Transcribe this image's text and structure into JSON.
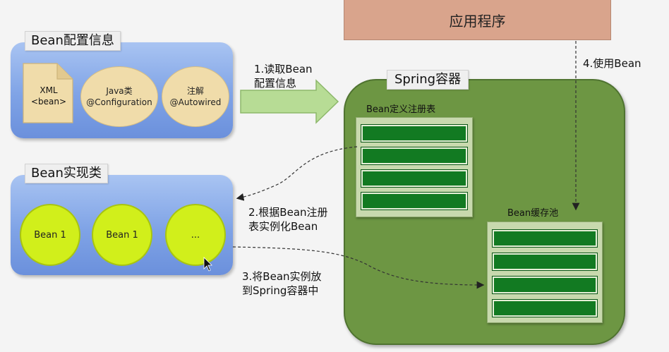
{
  "app": {
    "title": "应用程序"
  },
  "config_panel": {
    "title": "Bean配置信息",
    "xml": {
      "line1": "XML",
      "line2": "<bean>"
    },
    "java": {
      "line1": "Java类",
      "line2": "@Configuration"
    },
    "annotation": {
      "line1": "注解",
      "line2": "@Autowired"
    }
  },
  "impl_panel": {
    "title": "Bean实现类",
    "beans": [
      "Bean 1",
      "Bean 1",
      "..."
    ]
  },
  "spring": {
    "title": "Spring容器",
    "registry_label": "Bean定义注册表",
    "cache_label": "Bean缓存池"
  },
  "steps": {
    "step1": {
      "line1": "1.读取Bean",
      "line2": "配置信息"
    },
    "step2": {
      "line1": "2.根据Bean注册",
      "line2": "表实例化Bean"
    },
    "step3": {
      "line1": "3.将Bean实例放",
      "line2": "到Spring容器中"
    },
    "step4": "4.使用Bean"
  },
  "colors": {
    "app_box": "#d9a48c",
    "panel_blue": "#7fa3e6",
    "bean_circle": "#d1ef1b",
    "spring_green": "#6d9643",
    "bar_green": "#127a22",
    "arrow_green": "#b7dc95"
  }
}
